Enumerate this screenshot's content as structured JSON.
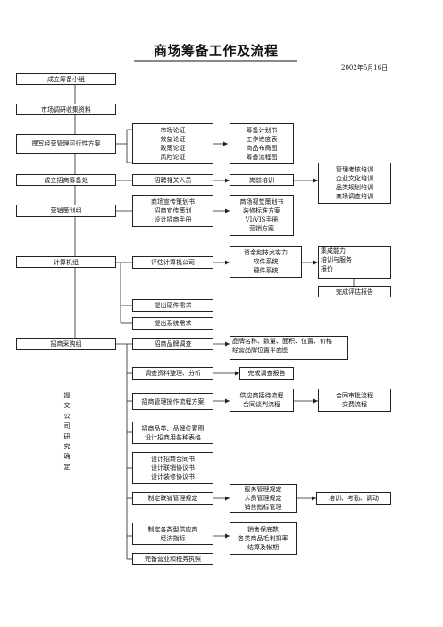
{
  "title": "商场筹备工作及流程",
  "date": "2002年5月16日",
  "left_column": [
    "成立筹备小组",
    "市场调研收集资料",
    "撰写经营管理可行性方案",
    "成立招商筹备处",
    "营销策划组",
    "计算机组",
    "招商采购组"
  ],
  "proposal_vertical": [
    "提",
    "交",
    "公",
    "司",
    "研",
    "究",
    "确",
    "定"
  ],
  "feasibility": {
    "items": [
      "市场论证",
      "效益论证",
      "政策论证",
      "风险论证"
    ],
    "docs": [
      "筹备计划书",
      "工作进度表",
      "商品布局图",
      "筹备流程图"
    ]
  },
  "recruit": {
    "label": "招聘相关人员",
    "training": "岗前培训",
    "training_items": [
      "管理考核培训",
      "企业文化培训",
      "品类规划培训",
      "商场调查培训"
    ]
  },
  "marketing": {
    "items": [
      "商场宣传策划书",
      "招商宣传策划",
      "设计招商手册"
    ],
    "docs": [
      "商场视觉策划书",
      "装修标准方案",
      "VI/VIS手册",
      "营销方案"
    ]
  },
  "computer": {
    "evaluate": "评估计算机公司",
    "criteria": [
      "资金和技术实力",
      "软件系统",
      "硬件系统"
    ],
    "ability": [
      "集成能力",
      "培训与服务",
      "报价"
    ],
    "report": "完成评估报告",
    "hardware": "提出硬件需求",
    "system": "提出系统需求"
  },
  "procurement": {
    "brand_survey": "招商品牌调查",
    "brand_info": [
      "品牌名称、数量、面积、位置、价格",
      "经营品牌位置平面图"
    ],
    "analysis": "调查资料整理、分析",
    "survey_report": "完成调查报告",
    "process": "招商管理操作流程方案",
    "supplier": [
      "供应商接待流程",
      "合同谈判流程"
    ],
    "approval": [
      "合同审批流程",
      "交费流程"
    ],
    "forms": [
      "招商品类、品牌位置图",
      "设计招商用各种表格"
    ],
    "contracts": [
      "设计招商合同书",
      "设计联销协议书",
      "设计装修协议书"
    ],
    "regulation": "制定联销管理规定",
    "management": [
      "服务管理规定",
      "人员管理规定",
      "销售指标管理"
    ],
    "training": "培训、考勤、调动",
    "supplier_indicators": [
      "制定各类型供应商",
      "经济指标"
    ],
    "sales": [
      "销售保底数",
      "各类商品毛利扣率",
      "结算及帐期"
    ],
    "license": "完备营业和税务执照"
  }
}
